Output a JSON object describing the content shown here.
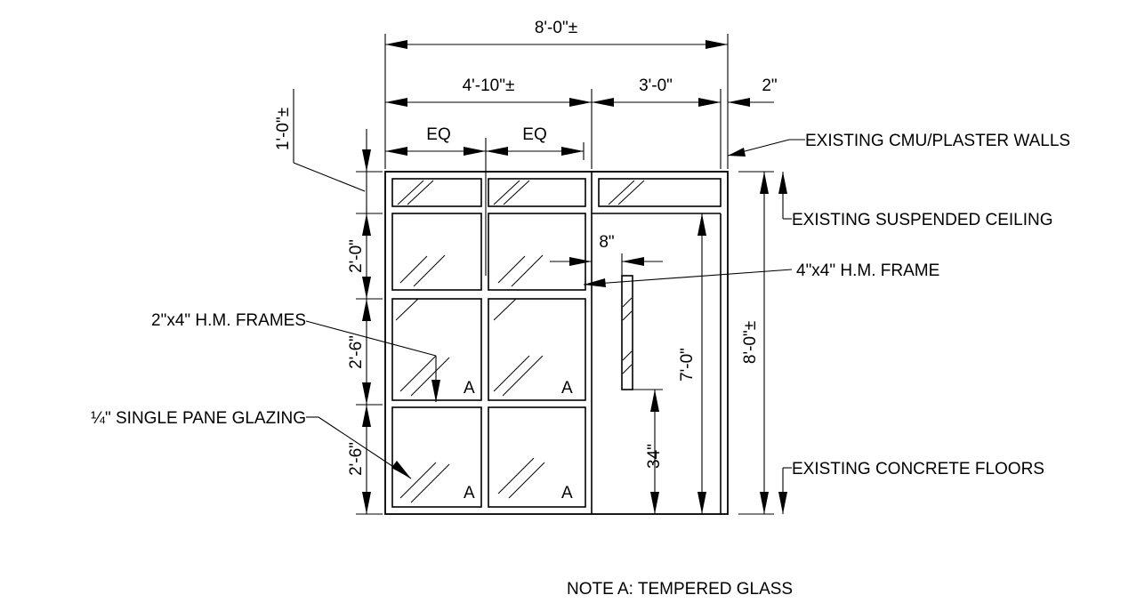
{
  "dimensions": {
    "overall_width": "8'-0\"±",
    "left_section_width": "4'-10\"±",
    "door_width": "3'-0\"",
    "wall_gap": "2\"",
    "transom_height": "1'-0\"±",
    "eq_left": "EQ",
    "eq_right": "EQ",
    "row1_height": "2'-0\"",
    "row2_height": "2'-6\"",
    "row3_height": "2'-6\"",
    "door_height": "7'-0\"",
    "overall_height": "8'-0\"±",
    "sidelite_offset": "8\"",
    "sidelite_sill": "34\""
  },
  "callouts": {
    "cmu_walls": "EXISTING CMU/PLASTER WALLS",
    "ceiling": "EXISTING SUSPENDED CEILING",
    "hm_frame_4x4": "4\"x4\" H.M. FRAME",
    "hm_frames_2x4": "2\"x4\" H.M. FRAMES",
    "glazing": "¼\" SINGLE PANE GLAZING",
    "floors": "EXISTING CONCRETE FLOORS"
  },
  "pane_marks": [
    "A",
    "A",
    "A",
    "A"
  ],
  "note": "NOTE A: TEMPERED GLASS"
}
